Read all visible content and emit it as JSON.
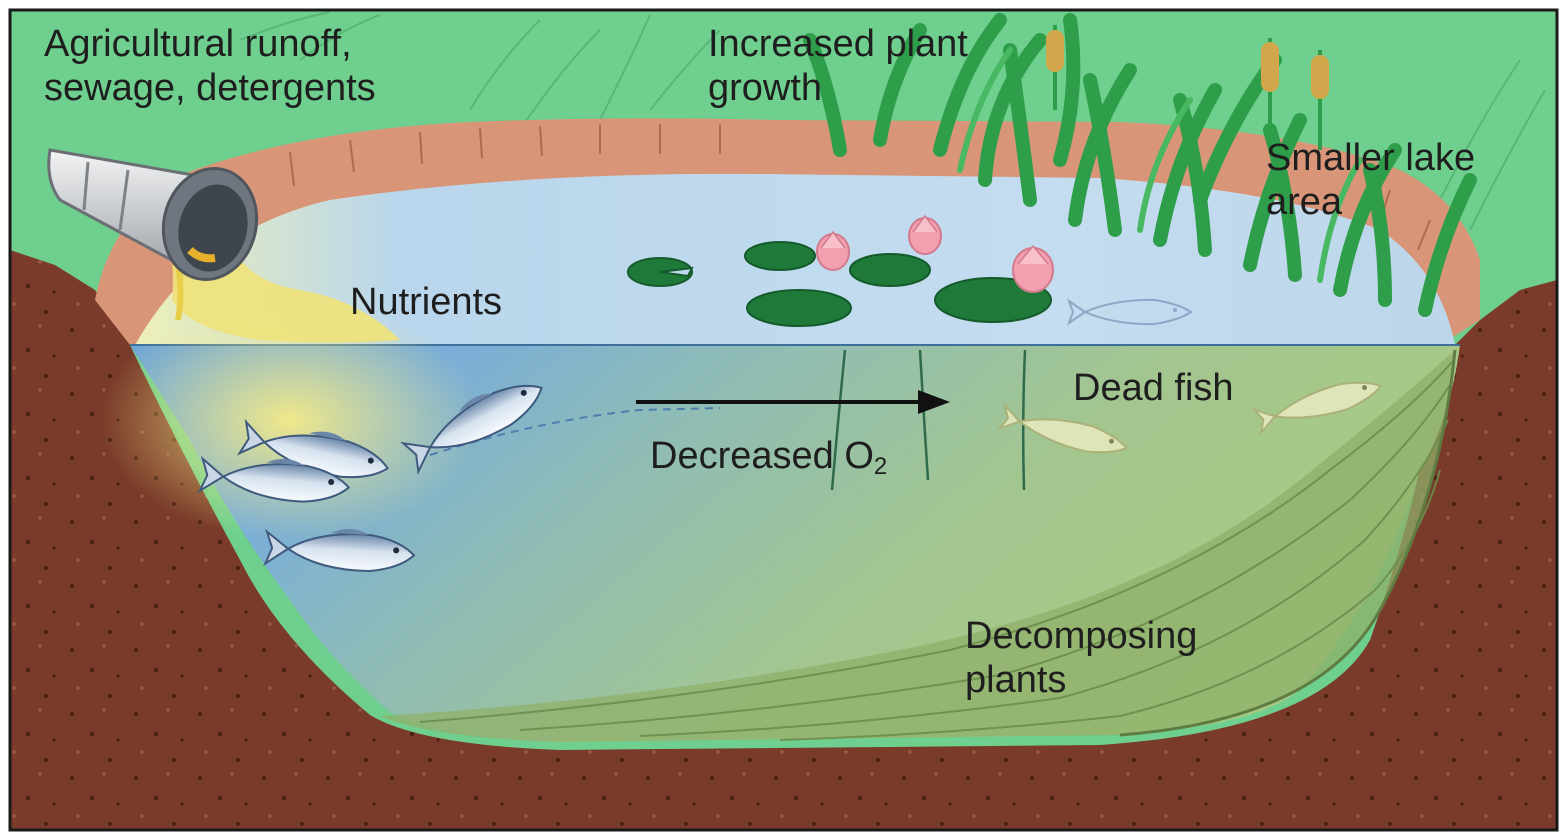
{
  "labels": {
    "source": [
      "Agricultural runoff,",
      "sewage, detergents"
    ],
    "plant_growth": [
      "Increased plant",
      "growth"
    ],
    "lake_area": [
      "Smaller lake",
      "area"
    ],
    "nutrients": "Nutrients",
    "dead_fish": "Dead fish",
    "oxygen": {
      "text": "Decreased O",
      "subscript": "2"
    },
    "decomposing": [
      "Decomposing",
      "plants"
    ]
  },
  "colors": {
    "grass": "#6fcf8e",
    "soil": "#7a3b2a",
    "bank": "#d99577",
    "water_clear": "#74abd8",
    "water_murky": "#9cc27a",
    "reeds": "#2e9e4a",
    "lily_pad": "#1f7a3a",
    "lily_flower": "#f2a0b0",
    "nutrient_flow": "#f0e27a",
    "text": "#1e1e1e"
  }
}
